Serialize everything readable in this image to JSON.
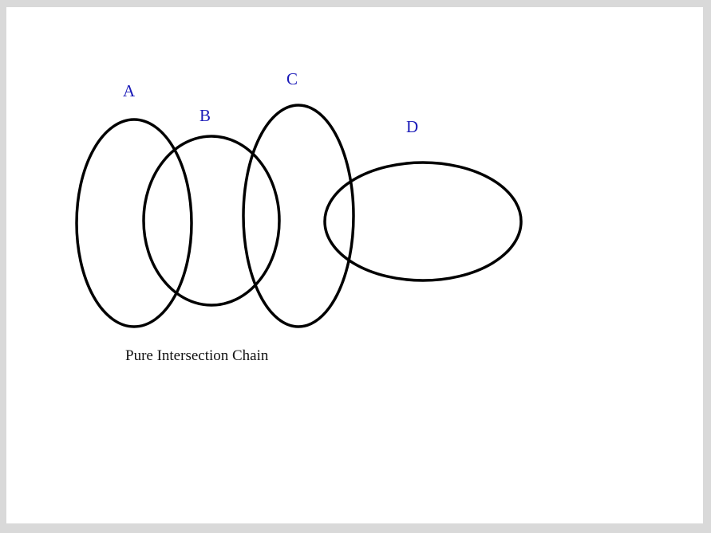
{
  "diagram": {
    "caption": "Pure Intersection Chain",
    "labels": {
      "a": "A",
      "b": "B",
      "c": "C",
      "d": "D"
    },
    "label_color": "#1a1ab8",
    "stroke_color": "#000000",
    "background_color": "#ffffff",
    "sets": [
      "A",
      "B",
      "C",
      "D"
    ],
    "intersections": [
      [
        "A",
        "B"
      ],
      [
        "B",
        "C"
      ],
      [
        "C",
        "D"
      ]
    ],
    "structure": "chain of pairwise-overlapping ellipses: A overlaps B, B overlaps C, C overlaps D; no triple intersections"
  }
}
